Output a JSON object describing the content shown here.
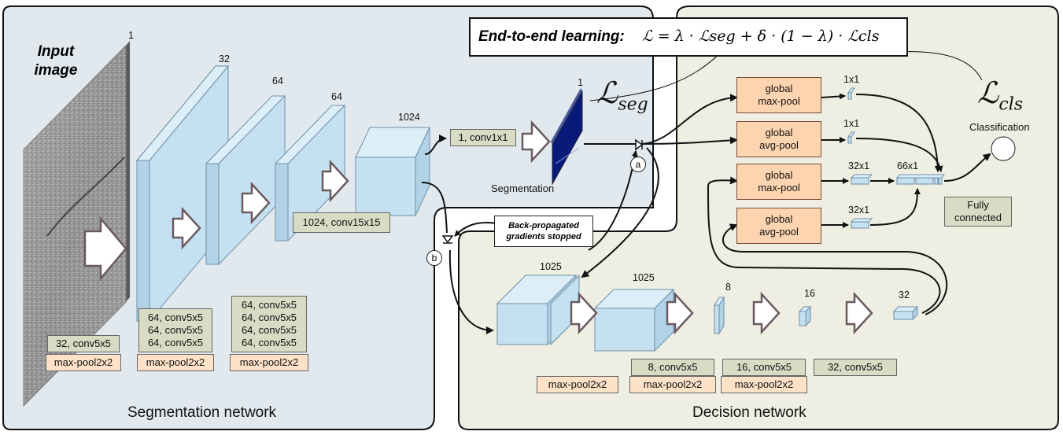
{
  "loss": {
    "title": "End-to-end learning:",
    "formula": "ℒ = λ · ℒseg + δ · (1 − λ) · ℒcls",
    "seg_symbol": "ℒ",
    "seg_sub": "seg",
    "cls_symbol": "ℒ",
    "cls_sub": "cls"
  },
  "segmentation": {
    "title": "Segmentation network",
    "input_label": "Input image",
    "input_dim": "1",
    "dims": [
      "32",
      "64",
      "64",
      "1024"
    ],
    "output_dim": "1",
    "output_label": "Segmentation",
    "conv1x1": "1, conv1x1",
    "conv15": "1024, conv15x15",
    "blocks": [
      {
        "convs": [
          "32, conv5x5"
        ],
        "pool": "max-pool2x2"
      },
      {
        "convs": [
          "64, conv5x5",
          "64, conv5x5",
          "64, conv5x5"
        ],
        "pool": "max-pool2x2"
      },
      {
        "convs": [
          "64, conv5x5",
          "64, conv5x5",
          "64, conv5x5",
          "64, conv5x5"
        ],
        "pool": "max-pool2x2"
      }
    ]
  },
  "decision": {
    "title": "Decision network",
    "dims": [
      "1025",
      "1025",
      "8",
      "16",
      "32"
    ],
    "pool_first": "max-pool2x2",
    "blocks": [
      {
        "conv": "8, conv5x5",
        "pool": "max-pool2x2"
      },
      {
        "conv": "16, conv5x5",
        "pool": "max-pool2x2"
      },
      {
        "conv": "32, conv5x5"
      }
    ],
    "global_pools": [
      {
        "line1": "global",
        "line2": "max-pool",
        "dim": "1x1"
      },
      {
        "line1": "global",
        "line2": "avg-pool",
        "dim": "1x1"
      },
      {
        "line1": "global",
        "line2": "max-pool",
        "dim": "32x1"
      },
      {
        "line1": "global",
        "line2": "avg-pool",
        "dim": "32x1"
      }
    ],
    "concat_dim": "66x1",
    "fc_label": [
      "Fully",
      "connected"
    ],
    "classification": "Classification"
  },
  "gradient_note": [
    "Back-propagated",
    "gradients stopped"
  ],
  "markers": [
    "a",
    "b"
  ],
  "colors": {
    "seg_panel": "#e2e9ee",
    "dec_panel": "#eeeee2",
    "feature_map": "#c5e0f0",
    "conv_label": "#d8dcc4",
    "pool_label": "#fde2c8",
    "global_pool": "#fcd4b0",
    "seg_output": "#0a1a7a"
  }
}
